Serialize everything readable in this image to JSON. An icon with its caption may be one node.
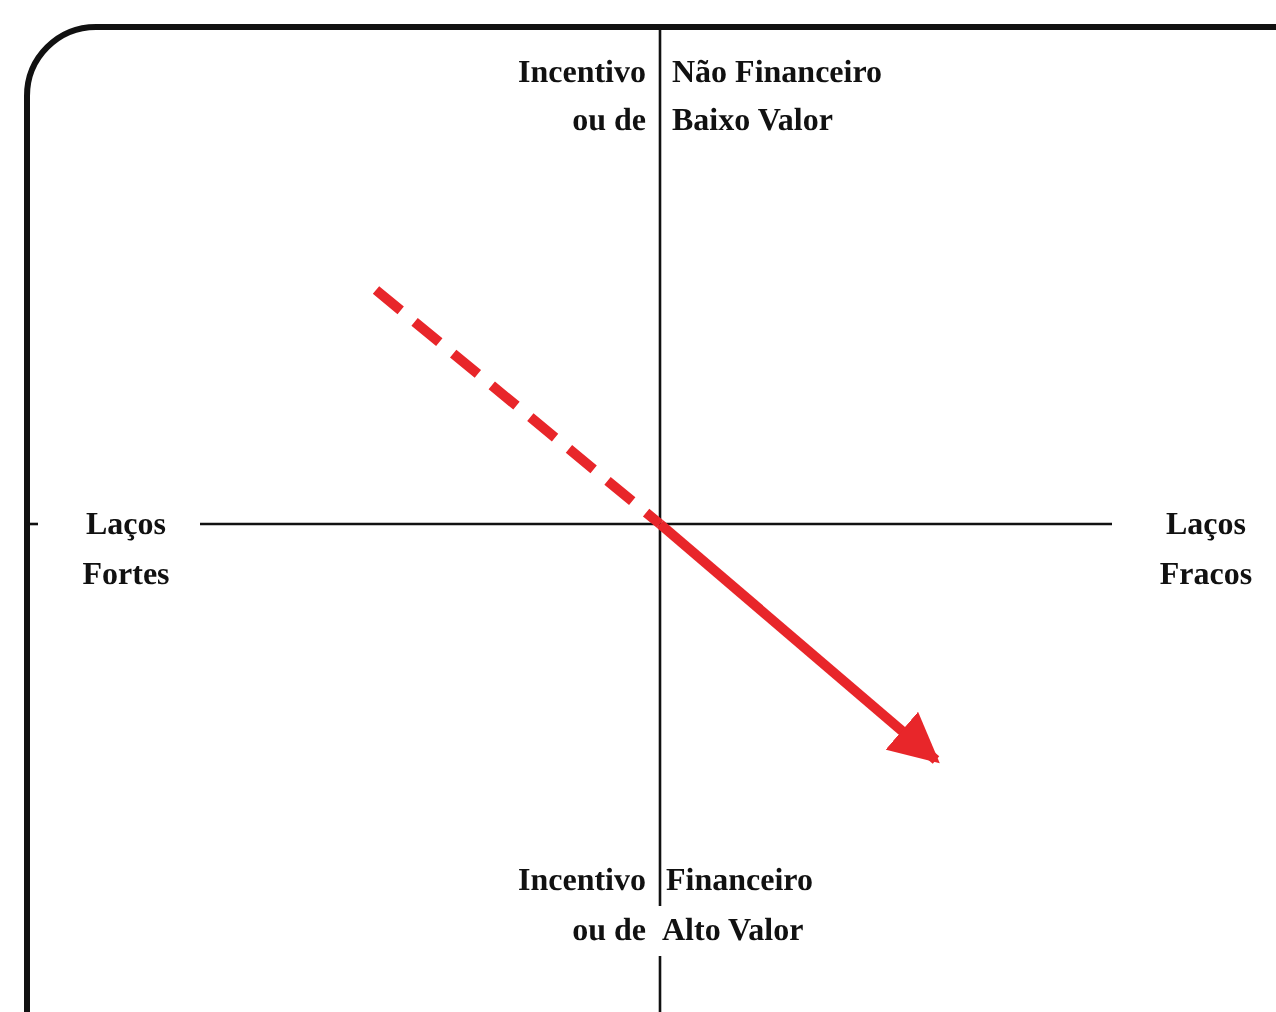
{
  "diagram": {
    "labels": [
      "Incentivo",
      "Não Financeiro",
      "ou de",
      "Baixo Valor",
      "Laços Fortes",
      "Laços Fracos",
      "Incentivo",
      "Financeiro",
      "ou de",
      "Alto Valor"
    ]
  }
}
